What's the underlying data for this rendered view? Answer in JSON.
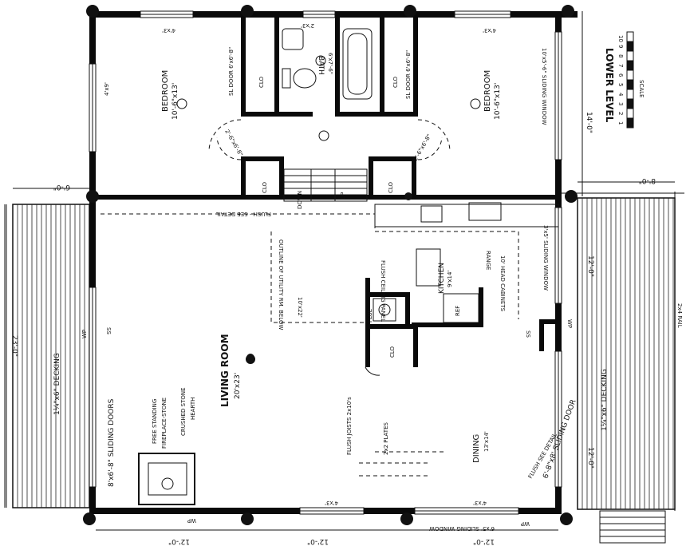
{
  "title_side": "LOWER LEVEL",
  "scale_label": "SCALE",
  "scale_ticks": [
    "1",
    "2",
    "3",
    "4",
    "5",
    "6",
    "7",
    "8",
    "9",
    "10"
  ],
  "rooms": {
    "bedroom_left": {
      "name": "BEDROOM",
      "size": "10'-6\"x13'"
    },
    "bedroom_right": {
      "name": "BEDROOM",
      "size": "10'-6\"x13'"
    },
    "bath": {
      "name": "BATH",
      "size": "6'x7'-6\""
    },
    "living": {
      "name": "LIVING ROOM",
      "size": "20'x23'"
    },
    "dining": {
      "name": "DINING",
      "size": "13'x14'"
    },
    "kitchen": {
      "name": "KITCHEN",
      "size": "9'x14'"
    }
  },
  "labels": {
    "clo": "CLO",
    "sl_door_left": "SL DOOR 6'x6'-8\"",
    "sl_door_right": "SL DOOR 6'x6'-8\"",
    "bath_window": "2'x3'",
    "window_4x3_top_left": "4'x3'",
    "window_4x3_top_right": "4'x3'",
    "window_4x9": "4'x9'",
    "window_right_side": "10'x5'-6\" SLIDING WINDOW",
    "kitchen_window": "3'x5' SLIDING WINDOW",
    "down": "DOWN",
    "up": "UP",
    "door_left": "2'-6\"x6'-8\"",
    "door_right": "2'-6\"x6'-8\"",
    "flush_detail": "FLUSH - SEE DETAIL",
    "outline": "OUTLINE OF UTILITY RM. BELOW",
    "outline_size": "10'x22'",
    "flue": "FLUE",
    "flue_ceiling": "FLUSH CEILING PANEL",
    "range": "RANGE",
    "ref": "REF",
    "cabinets": "10' HEAD CABINETS",
    "sliding_door_left": "8'x6'-8\" SLIDING DOORS",
    "sliding_door_right": "6'-8\"x8' SLIDING DOOR",
    "fireplace_1": "FREE STANDING",
    "fireplace_2": "FIREPLACE-STONE",
    "hearth_1": "CRUSHED STONE",
    "hearth_2": "HEARTH",
    "flush_joists": "FLUSH JOISTS 2x10's",
    "plates": "2x2 PLATES",
    "plus_see_detail": "FLUSH SEE DETAIL",
    "deck_left": "1¼\"x6\" DECKING",
    "deck_right": "1¼\"x6\" DECKING",
    "rail": "2x4 RAIL",
    "sliding_bottom": "6'x5' SLIDING WINDOW",
    "window_bottom_left": "4'x3'",
    "window_bottom_right": "4'x3'",
    "wp1": "WP",
    "wp2": "WP",
    "wp3": "WP",
    "wp4": "WP",
    "ss1": "SS",
    "ss2": "SS"
  },
  "dimensions": {
    "top_left_deck": "6'-0\"",
    "top_right_deck": "8'-0\"",
    "left_height": "23'-0\"",
    "bottom_1": "12'-0\"",
    "bottom_2": "12'-0\"",
    "bottom_3": "12'-0\"",
    "right_1": "14'-0\"",
    "right_2": "12'-0\"",
    "right_3": "12'-0\""
  }
}
